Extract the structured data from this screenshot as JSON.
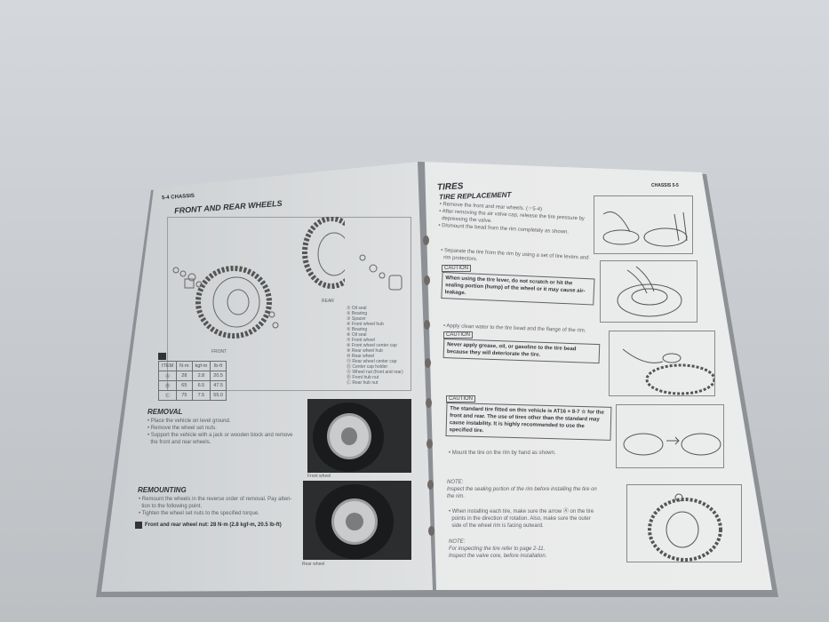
{
  "left_page": {
    "header": "5-4 CHASSIS",
    "title": "FRONT AND REAR WHEELS",
    "diagram_labels": {
      "front": "FRONT",
      "rear": "REAR"
    },
    "legend": [
      "① Oil seal",
      "② Bearing",
      "③ Spacer",
      "④ Front wheel hub",
      "⑤ Bearing",
      "⑥ Oil seal",
      "⑦ Front wheel",
      "⑧ Front wheel center cap",
      "⑨ Rear wheel hub",
      "⑩ Rear wheel",
      "⑪ Rear wheel center cap",
      "⑫ Center cap holder",
      "Ⓐ Wheel nut (front and rear)",
      "Ⓑ Front hub nut",
      "Ⓒ Rear hub nut"
    ],
    "torque_table": {
      "headers": [
        "ITEM",
        "N·m",
        "kgf-m",
        "lb-ft"
      ],
      "rows": [
        [
          "Ⓐ",
          "28",
          "2.8",
          "20.5"
        ],
        [
          "Ⓑ",
          "65",
          "6.5",
          "47.5"
        ],
        [
          "Ⓒ",
          "75",
          "7.5",
          "55.0"
        ]
      ]
    },
    "removal": {
      "title": "REMOVAL",
      "items": [
        "• Place the vehicle on level ground.",
        "• Remove the wheel set nuts.",
        "• Support the vehicle with a jack or wooden block and remove",
        "  the front and rear wheels."
      ]
    },
    "remounting": {
      "title": "REMOUNTING",
      "items": [
        "• Remount the wheels in the reverse order of removal. Pay atten-",
        "  tion to the following point.",
        "• Tighten the wheel set nuts to the specified torque."
      ],
      "torque": "Front and rear wheel nut: 28 N·m (2.8 kgf-m, 20.5 lb-ft)"
    },
    "photo_captions": [
      "Front wheel",
      "Rear wheel"
    ]
  },
  "right_page": {
    "header": "CHASSIS 5-5",
    "title": "TIRES",
    "subtitle": "TIRE REPLACEMENT",
    "steps1": [
      "• Remove the front and rear wheels. (☞5-4)",
      "• After removing the air valve cap, release the tire pressure by",
      "  depressing the valve.",
      "• Dismount the bead from the rim completely as shown."
    ],
    "steps2": [
      "• Separate the tire from the rim by using a set of tire levers and",
      "  rim protectors."
    ],
    "caution_label": "CAUTION",
    "caution1": "When using the tire lever, do not scratch or hit the sealing portion (hump) of the wheel or it may cause air-leakage.",
    "step3": "• Apply clean water to the tire bead and the flange of the rim.",
    "caution2": "Never apply grease, oil, or gasoline to the tire bead because they will deteriorate the tire.",
    "caution3": "The standard tire fitted on this vehicle is AT16 × 8-7 ☆ for the front and rear. The use of tires other than the standard may cause instability. It is highly recommended to use the specified tire.",
    "step4": "• Mount the tire on the rim by hand as shown.",
    "note_label": "NOTE:",
    "note1": [
      "Inspect the sealing portion of the rim before installing the tire on",
      "the rim."
    ],
    "step5": [
      "• When installing each tire, make sure the arrow Ⓐ on the tire",
      "  points in the direction of rotation. Also, make sure the outer",
      "  side of the wheel rim is facing outward."
    ],
    "note2": [
      "For inspecting the tire refer to page 2-11.",
      "Inspect the valve core, before installation."
    ]
  }
}
